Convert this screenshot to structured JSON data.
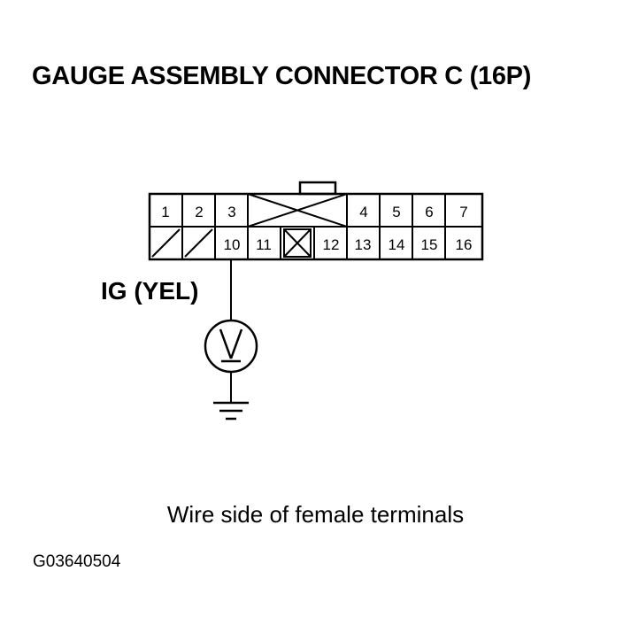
{
  "title": "GAUGE ASSEMBLY CONNECTOR C (16P)",
  "wire_label": "IG (YEL)",
  "caption": "Wire side of female terminals",
  "figure_code": "G03640504",
  "connector": {
    "top_row": [
      "1",
      "2",
      "3",
      "4",
      "5",
      "6",
      "7"
    ],
    "bottom_row": [
      "10",
      "11",
      "12",
      "13",
      "14",
      "15",
      "16"
    ]
  },
  "meter_symbol": "V",
  "colors": {
    "ink": "#000000",
    "background": "#ffffff"
  }
}
